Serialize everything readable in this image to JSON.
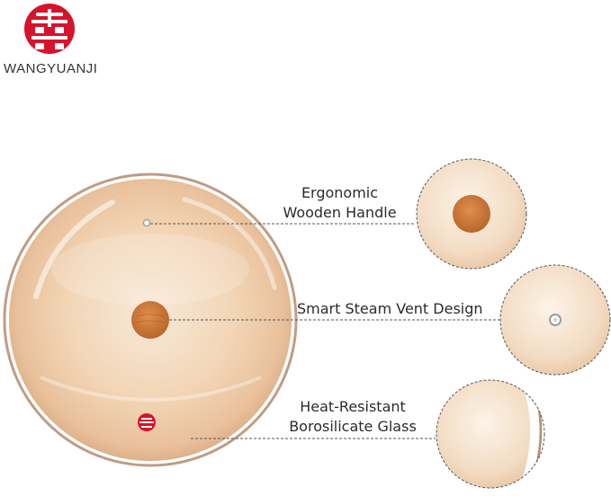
{
  "brand": {
    "name": "WANGYUANJI"
  },
  "features": [
    {
      "line1": "Ergonomic",
      "line2": "Wooden Handle"
    },
    {
      "line1": "Smart Steam Vent Design"
    },
    {
      "line1": "Heat-Resistant",
      "line2": "Borosilicate Glass"
    }
  ],
  "colors": {
    "lid_tint": "#f1d2b0",
    "rim": "#c9a892",
    "handle": "#cf7d3c",
    "logo_red": "#d6132b"
  }
}
